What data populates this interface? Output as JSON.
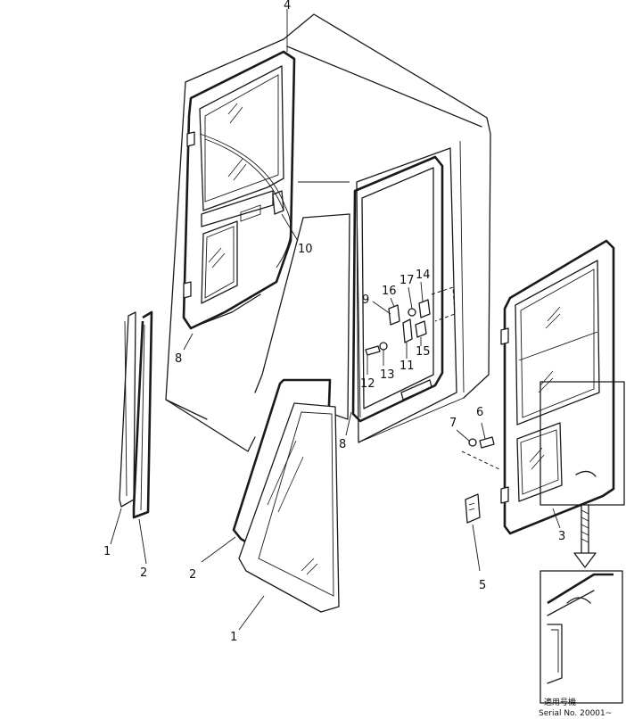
{
  "callouts": [
    {
      "id": "c4",
      "text": "4"
    },
    {
      "id": "c10",
      "text": "10"
    },
    {
      "id": "c8a",
      "text": "8"
    },
    {
      "id": "c8b",
      "text": "8"
    },
    {
      "id": "c9",
      "text": "9"
    },
    {
      "id": "c16",
      "text": "16"
    },
    {
      "id": "c17",
      "text": "17"
    },
    {
      "id": "c14",
      "text": "14"
    },
    {
      "id": "c15",
      "text": "15"
    },
    {
      "id": "c11",
      "text": "11"
    },
    {
      "id": "c12",
      "text": "12"
    },
    {
      "id": "c13",
      "text": "13"
    },
    {
      "id": "c7",
      "text": "7"
    },
    {
      "id": "c6",
      "text": "6"
    },
    {
      "id": "c3",
      "text": "3"
    },
    {
      "id": "c5",
      "text": "5"
    },
    {
      "id": "c1a",
      "text": "1"
    },
    {
      "id": "c2a",
      "text": "2"
    },
    {
      "id": "c2b",
      "text": "2"
    },
    {
      "id": "c1b",
      "text": "1"
    }
  ],
  "footer": {
    "applicable_label": "適用号機",
    "serial": "Serial No. 20001~"
  }
}
